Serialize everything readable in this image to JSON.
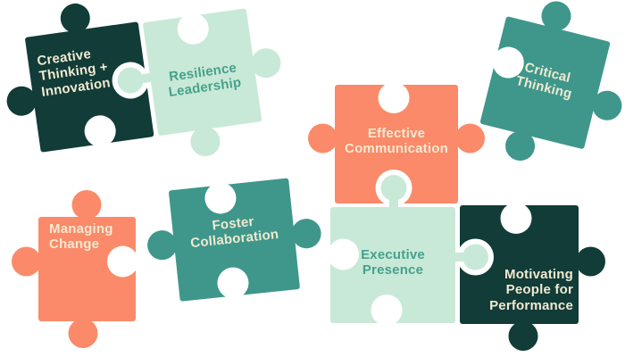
{
  "canvas": {
    "background": "#FFFFFF"
  },
  "palette": {
    "dark_teal": "#113C37",
    "teal": "#3E978A",
    "mint": "#C8E9D7",
    "coral": "#FA8A69",
    "cream_text": "#F1E9D2",
    "teal_text": "#46A18C",
    "gap_white": "#FFFFFF"
  },
  "pieces": [
    {
      "id": "creative-thinking-innovation",
      "label": "Creative Thinking + Innovation",
      "color": "dark_teal",
      "text_color": "cream_text"
    },
    {
      "id": "resilience-leadership",
      "label": "Resilience Leadership",
      "color": "mint",
      "text_color": "teal_text"
    },
    {
      "id": "effective-communication",
      "label": "Effective Communication",
      "color": "coral",
      "text_color": "cream_text"
    },
    {
      "id": "critical-thinking",
      "label": "Critical Thinking",
      "color": "teal",
      "text_color": "cream_text"
    },
    {
      "id": "managing-change",
      "label": "Managing Change",
      "color": "coral",
      "text_color": "cream_text"
    },
    {
      "id": "foster-collaboration",
      "label": "Foster Collaboration",
      "color": "teal",
      "text_color": "cream_text"
    },
    {
      "id": "executive-presence",
      "label": "Executive Presence",
      "color": "mint",
      "text_color": "teal_text"
    },
    {
      "id": "motivating-people-for-performance",
      "label": "Motivating People for Performance",
      "color": "dark_teal",
      "text_color": "cream_text"
    }
  ]
}
